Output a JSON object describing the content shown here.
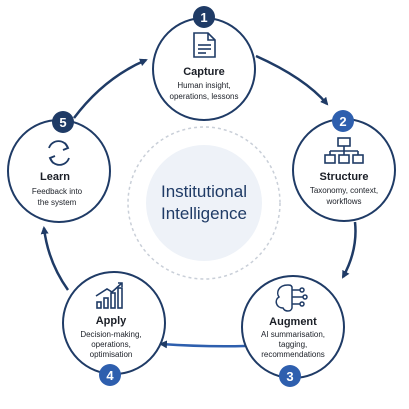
{
  "center": {
    "line1": "Institutional",
    "line2": "Intelligence"
  },
  "colors": {
    "navy": "#1f3b66",
    "blue": "#2e5fae",
    "ink": "#1b1f27",
    "center_fill": "#eef2f8",
    "dash": "#c9cfd8"
  },
  "steps": [
    {
      "number": "1",
      "title": "Capture",
      "desc": [
        "Human insight,",
        "operations, lessons"
      ],
      "icon": "document-icon"
    },
    {
      "number": "2",
      "title": "Structure",
      "desc": [
        "Taxonomy, context,",
        "workflows"
      ],
      "icon": "hierarchy-icon"
    },
    {
      "number": "3",
      "title": "Augment",
      "desc": [
        "AI summarisation,",
        "tagging,",
        "recommendations"
      ],
      "icon": "ai-brain-icon"
    },
    {
      "number": "4",
      "title": "Apply",
      "desc": [
        "Decision-making,",
        "operations,",
        "optimisation"
      ],
      "icon": "bar-chart-icon"
    },
    {
      "number": "5",
      "title": "Learn",
      "desc": [
        "Feedback into",
        "the system"
      ],
      "icon": "refresh-cycle-icon"
    }
  ]
}
